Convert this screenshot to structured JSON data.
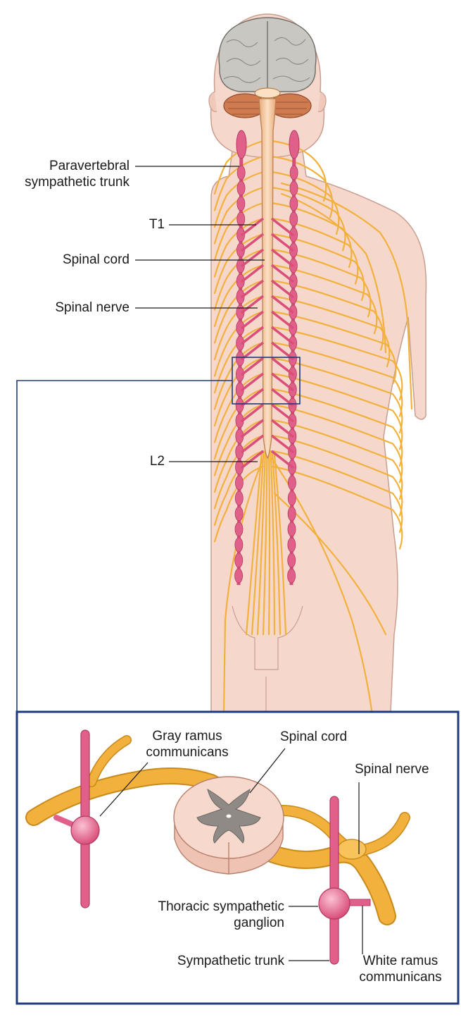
{
  "figure": {
    "labels": {
      "paravertebral": [
        "Paravertebral",
        "sympathetic trunk"
      ],
      "t1": "T1",
      "spinal_cord": "Spinal cord",
      "spinal_nerve": "Spinal nerve",
      "l2": "L2"
    },
    "inset_labels": {
      "gray_ramus": [
        "Gray ramus",
        "communicans"
      ],
      "spinal_cord": "Spinal cord",
      "spinal_nerve": "Spinal nerve",
      "thoracic_ganglion": [
        "Thoracic sympathetic",
        "ganglion"
      ],
      "sympathetic_trunk": "Sympathetic trunk",
      "white_ramus": [
        "White ramus",
        "communicans"
      ]
    },
    "colors": {
      "skin": "#f6d7cb",
      "skin_outline": "#c89e90",
      "nerve": "#f2b13c",
      "nerve_dark": "#c98a1c",
      "trunk": "#d94f7a",
      "trunk_light": "#ef8fae",
      "cord": "#f4c79c",
      "brain": "#c9c7c2",
      "cerebellum": "#cf7b4f",
      "frame": "#1f3a7a"
    }
  }
}
